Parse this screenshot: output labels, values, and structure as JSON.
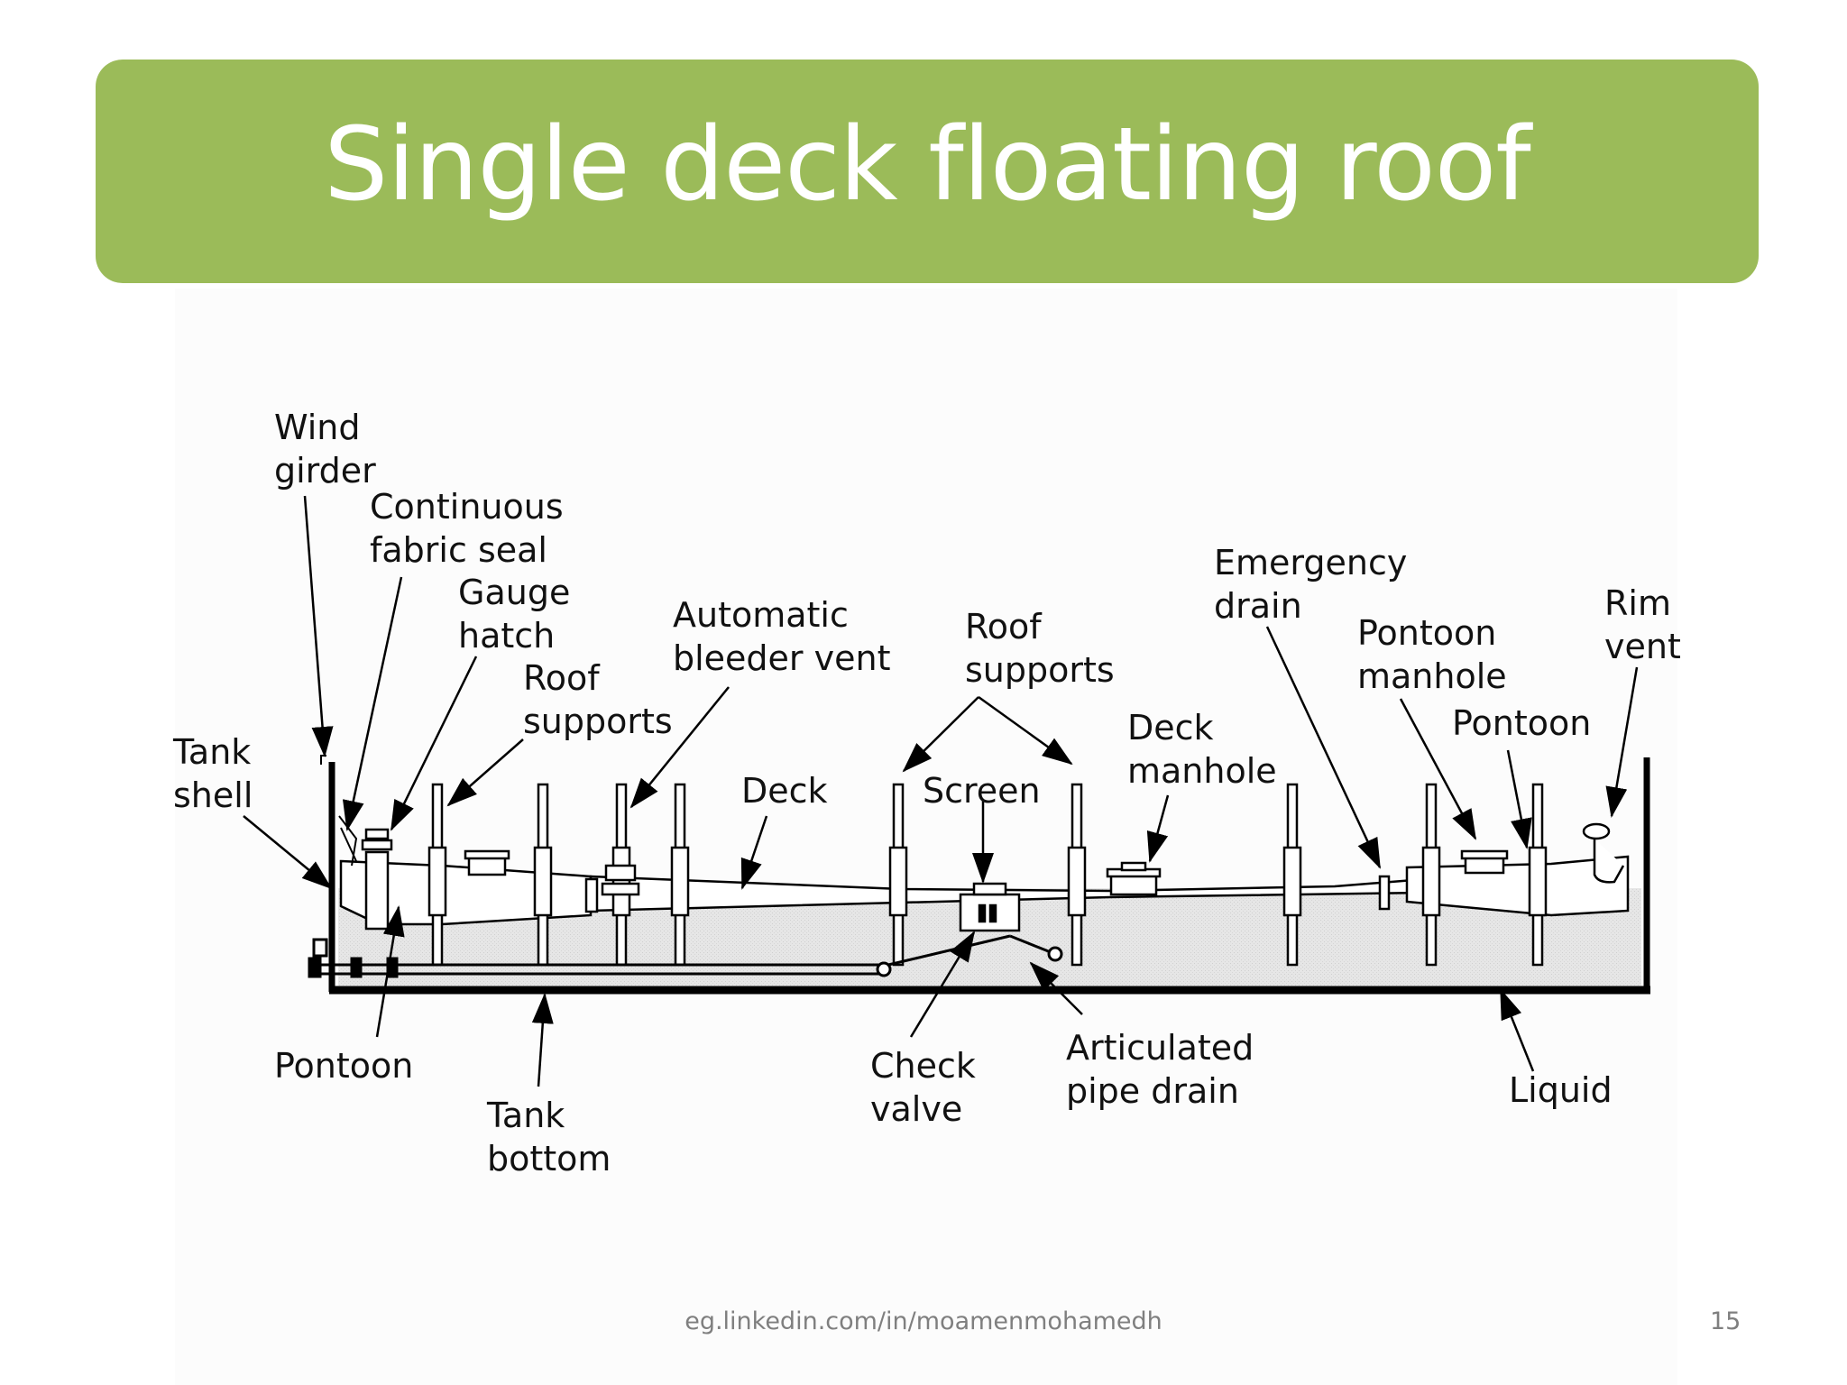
{
  "slide": {
    "title": "Single deck floating roof",
    "footer": "eg.linkedin.com/in/moamenmohamedh",
    "page_number": "15"
  },
  "labels": {
    "wind_girder": [
      "Wind",
      "girder"
    ],
    "fabric_seal": [
      "Continuous",
      "fabric seal"
    ],
    "gauge_hatch": [
      "Gauge",
      "hatch"
    ],
    "roof_supports_left": [
      "Roof",
      "supports"
    ],
    "bleeder_vent": [
      "Automatic",
      "bleeder vent"
    ],
    "roof_supports_mid": [
      "Roof",
      "supports"
    ],
    "emergency_drain": [
      "Emergency",
      "drain"
    ],
    "pontoon_manhole": [
      "Pontoon",
      "manhole"
    ],
    "rim_vent": [
      "Rim",
      "vent"
    ],
    "tank_shell": [
      "Tank",
      "shell"
    ],
    "deck": "Deck",
    "screen": "Screen",
    "deck_manhole": [
      "Deck",
      "manhole"
    ],
    "pontoon_right": "Pontoon",
    "pontoon_left": "Pontoon",
    "tank_bottom": [
      "Tank",
      "bottom"
    ],
    "check_valve": [
      "Check",
      "valve"
    ],
    "articulated_drain": [
      "Articulated",
      "pipe drain"
    ],
    "liquid": "Liquid"
  }
}
